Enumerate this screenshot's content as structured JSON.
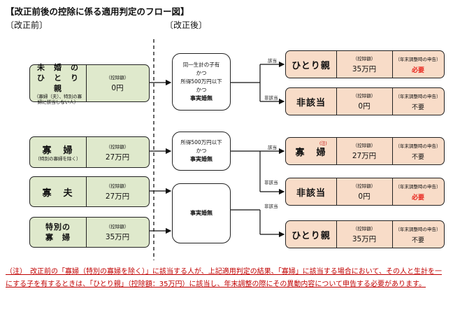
{
  "title": "【改正前後の控除に係る適用判定のフロー図】",
  "before_label": "〔改正前〕",
  "after_label": "〔改正後〕",
  "deduction_label": "（控除額）",
  "left": [
    {
      "lines": [
        "未　婚　の",
        "ひ　と　り　親"
      ],
      "sub": "（寡婦（夫）、特別の寡婦に該当しない人）",
      "amount": "0円"
    },
    {
      "lines": [
        "寡　婦"
      ],
      "sub": "（特別の寡婦を除く）",
      "amount": "27万円"
    },
    {
      "lines": [
        "寡　夫"
      ],
      "sub": "",
      "amount": "27万円"
    },
    {
      "lines": [
        "特別の",
        "寡　婦"
      ],
      "sub": "",
      "amount": "35万円"
    }
  ],
  "conditions": [
    {
      "lines": [
        "同一生計の子有",
        "かつ",
        "所得500万円以下",
        "かつ"
      ],
      "bold": "事実婚無"
    },
    {
      "lines": [
        "所得500万円以下",
        "かつ"
      ],
      "bold": "事実婚無"
    },
    {
      "lines": [],
      "bold": "事実婚無"
    }
  ],
  "branch": {
    "yes": "該当",
    "no": "非該当"
  },
  "year_end_label": "（年末調整時の申告）",
  "results": [
    {
      "name": "ひとり親",
      "amount": "35万円",
      "report": "必要",
      "red": true
    },
    {
      "name": "非該当",
      "amount": "0円",
      "report": "不要",
      "red": false
    },
    {
      "name": "寡　婦",
      "amount": "27万円",
      "report": "不要",
      "red": false,
      "mark": "(注)"
    },
    {
      "name": "非該当",
      "amount": "0円",
      "report": "必要",
      "red": true
    },
    {
      "name": "ひとり親",
      "amount": "35万円",
      "report": "不要",
      "red": false
    }
  ],
  "note": "（注）　改正前の「寡婦（特別の寡婦を除く）」に該当する人が、上記適用判定の結果、「寡婦」に該当する場合において、その人と生計を一にする子を有するときは、「ひとり親」（控除額：35万円）に該当し、年末調整の際にその異動内容について申告する必要があります。"
}
